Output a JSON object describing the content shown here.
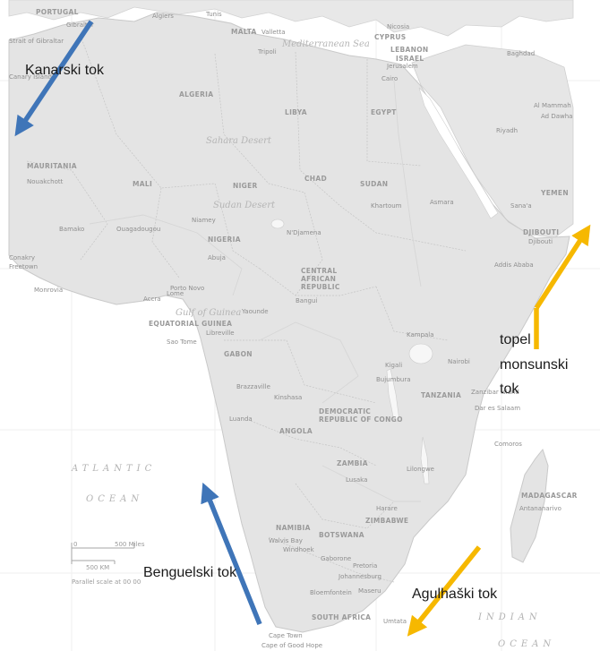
{
  "currents": {
    "canary": "Kanarski tok",
    "benguela": "Benguelski tok",
    "agulhas": "Agulhaški tok",
    "monsoon": [
      "topel",
      "monsunski",
      "tok"
    ]
  },
  "colors": {
    "cold_current": "#3f75b8",
    "warm_current": "#f6b800",
    "land": "#e6e6e6",
    "water": "#ffffff"
  },
  "map_labels": {
    "regions": [
      "PORTUGAL",
      "Algiers",
      "Tunis",
      "MALTA",
      "Valletta",
      "Tripoli",
      "CYPRUS",
      "Nicosia",
      "LEBANON",
      "ISRAEL",
      "Jerusalem",
      "Cairo",
      "Baghdad",
      "Riyadh",
      "ALGERIA",
      "LIBYA",
      "EGYPT",
      "Sahara Desert",
      "MAURITANIA",
      "MALI",
      "NIGER",
      "CHAD",
      "SUDAN",
      "Nouakchott",
      "Khartoum",
      "Asmara",
      "Sudan Desert",
      "Niamey",
      "N'Djamena",
      "Bamako",
      "Ouagadougou",
      "NIGERIA",
      "Abuja",
      "DJIBOUTI",
      "Djibouti",
      "Addis Ababa",
      "CENTRAL AFRICAN REPUBLIC",
      "Bangui",
      "Yaounde",
      "Libreville",
      "Sao Tome",
      "EQUATORIAL GUINEA",
      "GABON",
      "Kampala",
      "Nairobi",
      "Kigali",
      "Bujumbura",
      "Brazzaville",
      "Kinshasa",
      "DEMOCRATIC REPUBLIC OF CONGO",
      "TANZANIA",
      "Zanzibar Island",
      "Dar es Salaam",
      "Luanda",
      "ANGOLA",
      "ZAMBIA",
      "Lusaka",
      "Lilongwe",
      "Comoros",
      "Harare",
      "ZIMBABWE",
      "NAMIBIA",
      "BOTSWANA",
      "Windhoek",
      "Gaborone",
      "Pretoria",
      "Johannesburg",
      "Antananarivo",
      "MADAGASCAR",
      "Bloemfontein",
      "Maseru",
      "SOUTH AFRICA",
      "Umtata",
      "Cape Town",
      "Cape of Good Hope",
      "Walvis Bay",
      "Monrovia",
      "Freetown",
      "Conakry",
      "Accra",
      "Lome",
      "Porto Novo",
      "Gulf of Guinea",
      "Mediterranean Sea",
      "Yemen",
      "Al Mammah",
      "Ad Dawha",
      "Gibraltar",
      "Canary Islands",
      "Strait of Gibraltar",
      "Sana'a"
    ],
    "oceans": {
      "atlantic_1": "ATLANTIC",
      "atlantic_2": "OCEAN",
      "indian_1": "INDIAN",
      "indian_2": "OCEAN"
    }
  },
  "scale_bar": {
    "miles": "500 Miles",
    "km": "500 KM",
    "zero": "0",
    "note": "Parallel scale at 00 00"
  }
}
